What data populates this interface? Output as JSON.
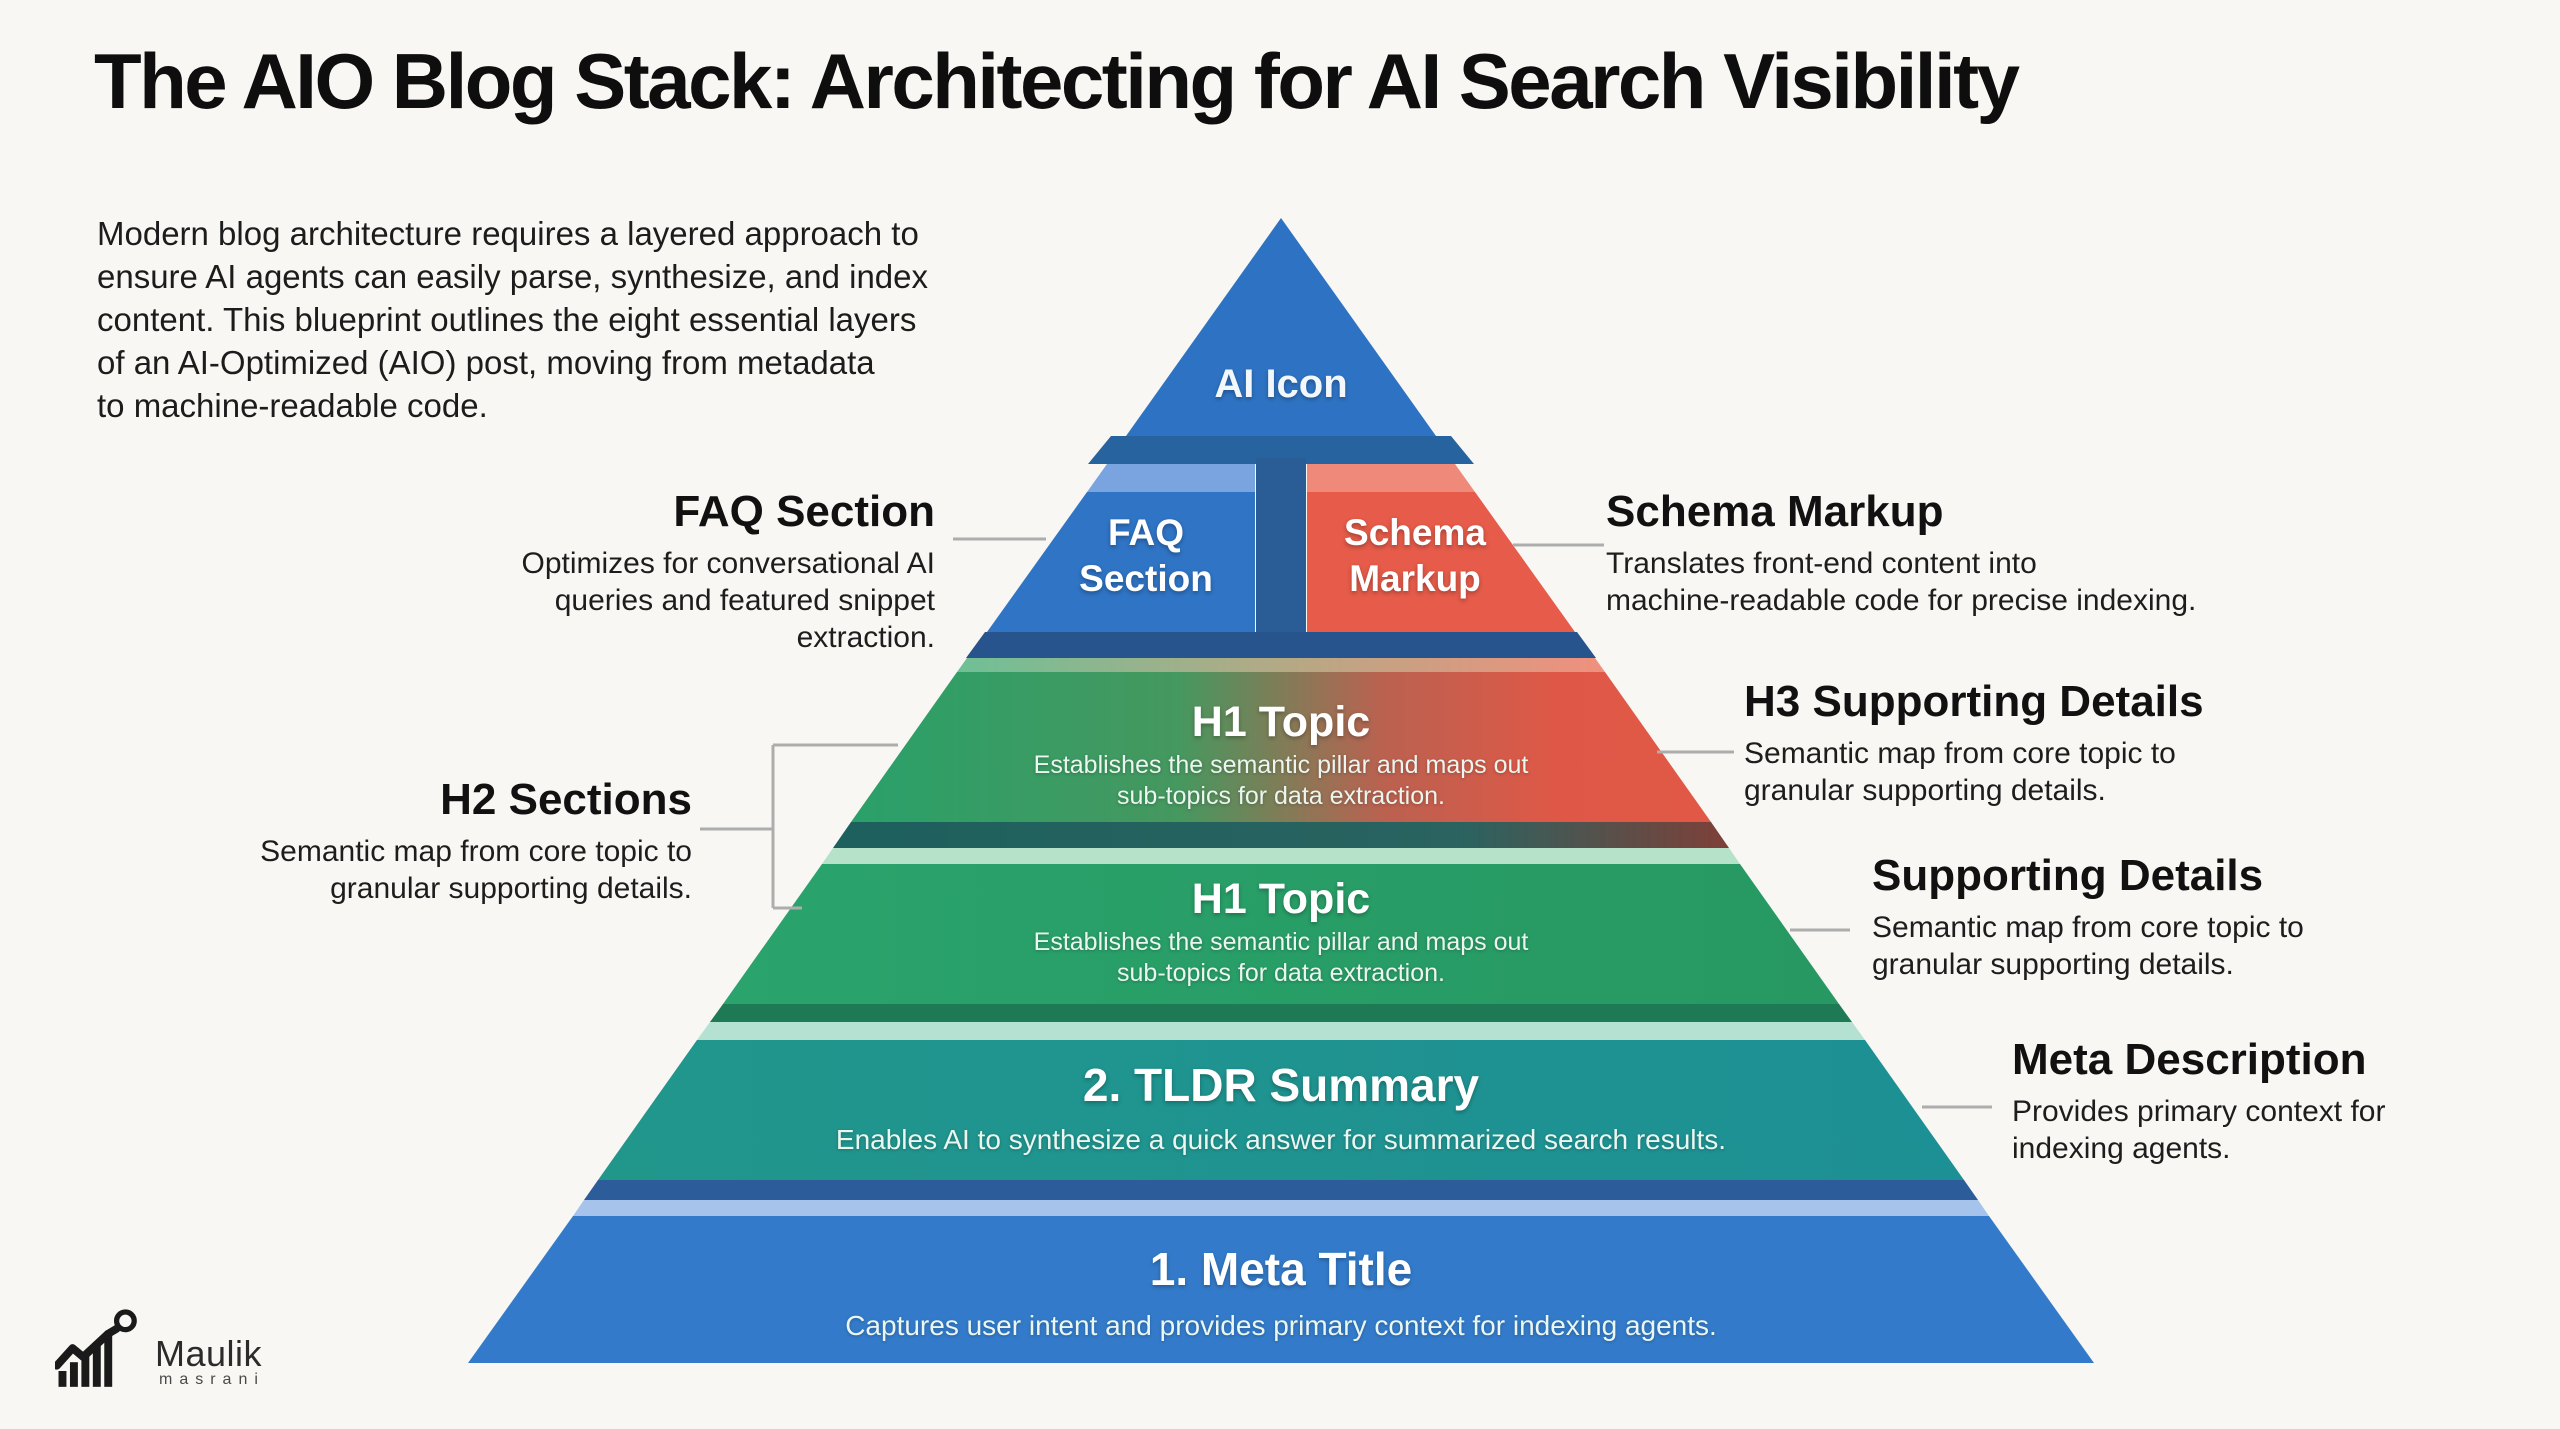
{
  "page": {
    "title": "The AIO Blog Stack: Architecting for AI Search Visibility"
  },
  "intro": {
    "lines": [
      "Modern blog architecture requires a layered approach to",
      "ensure AI agents can easily parse, synthesize, and index",
      "content. This blueprint outlines the eight essential layers",
      "of an AI-Optimized (AIO) post, moving from metadata",
      "to machine-readable code."
    ]
  },
  "pyramid": {
    "apex": {
      "title": "AI Icon"
    },
    "faq_block": {
      "lines": [
        "FAQ",
        "Section"
      ]
    },
    "schema_block": {
      "lines": [
        "Schema",
        "Markup"
      ]
    },
    "h1_upper": {
      "title": "H1 Topic",
      "desc_lines": [
        "Establishes the semantic pillar and maps out",
        "sub-topics for data extraction."
      ]
    },
    "h1_lower": {
      "title": "H1 Topic",
      "desc_lines": [
        "Establishes the semantic pillar and maps out",
        "sub-topics for data extraction."
      ]
    },
    "tldr": {
      "title": "2. TLDR Summary",
      "desc": "Enables AI to synthesize a quick answer for summarized search results."
    },
    "meta_title": {
      "title": "1. Meta Title",
      "desc": "Captures user intent and provides primary context for indexing agents."
    }
  },
  "annotations": {
    "faq": {
      "heading": "FAQ Section",
      "desc_lines": [
        "Optimizes for conversational AI",
        "queries and featured snippet extraction."
      ]
    },
    "schema": {
      "heading": "Schema Markup",
      "desc_lines": [
        "Translates front-end content into",
        "machine-readable code for precise indexing."
      ]
    },
    "h2": {
      "heading": "H2 Sections",
      "desc_lines": [
        "Semantic map from core topic to",
        "granular supporting details."
      ]
    },
    "h3": {
      "heading": "H3 Supporting Details",
      "desc_lines": [
        "Semantic map from core topic to",
        "granular supporting details."
      ]
    },
    "supporting": {
      "heading": "Supporting Details",
      "desc_lines": [
        "Semantic map from core topic to",
        "granular supporting details."
      ]
    },
    "meta_desc": {
      "heading": "Meta Description",
      "desc_lines": [
        "Provides primary context for",
        "indexing agents."
      ]
    }
  },
  "logo": {
    "name": "Maulik",
    "subname": "masrani"
  },
  "colors": {
    "background": "#f8f7f4",
    "blue": "#2e73c3",
    "blue_bevel": "#7aa4e0",
    "red": "#e65b49",
    "red_bevel": "#ef8a7a",
    "green": "#2aa068",
    "green_bevel": "#b5e2c9",
    "teal": "#1e948e",
    "teal_bevel": "#b4e1d1",
    "navy_edge": "#2b5b9a",
    "connector_gray": "#adadad",
    "text_dark": "#111111"
  }
}
